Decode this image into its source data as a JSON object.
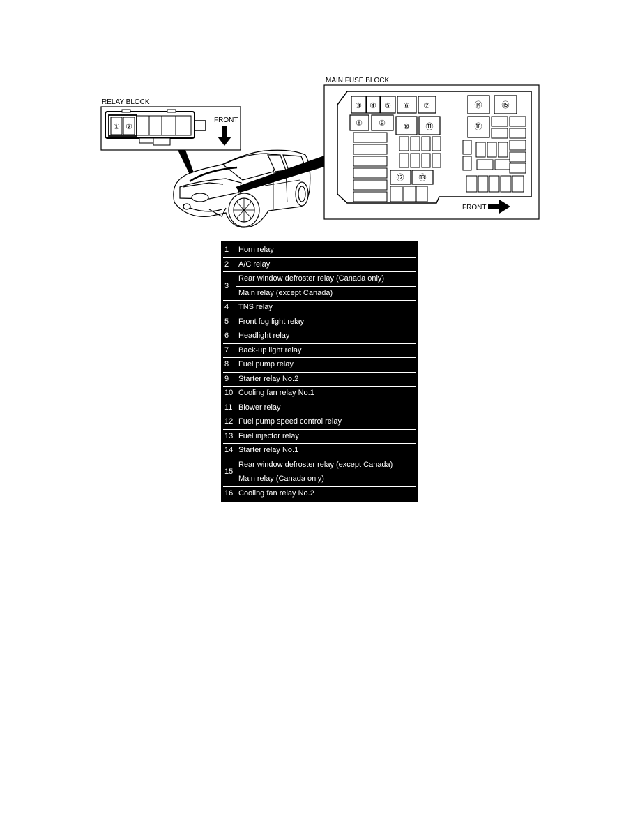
{
  "relay_block": {
    "title": "RELAY BLOCK",
    "front_label": "FRONT",
    "positions": [
      "①",
      "②"
    ]
  },
  "main_fuse_block": {
    "title": "MAIN FUSE BLOCK",
    "front_label": "FRONT",
    "positions": {
      "p3": "③",
      "p4": "④",
      "p5": "⑤",
      "p6": "⑥",
      "p7": "⑦",
      "p8": "⑧",
      "p9": "⑨",
      "p10": "⑩",
      "p11": "⑪",
      "p12": "⑫",
      "p13": "⑬",
      "p14": "⑭",
      "p15": "⑮",
      "p16": "⑯"
    }
  },
  "relay_table": [
    {
      "no": "1",
      "names": [
        "Horn relay"
      ]
    },
    {
      "no": "2",
      "names": [
        "A/C relay"
      ]
    },
    {
      "no": "3",
      "names": [
        "Rear window defroster relay (Canada only)",
        "Main relay (except Canada)"
      ]
    },
    {
      "no": "4",
      "names": [
        "TNS relay"
      ]
    },
    {
      "no": "5",
      "names": [
        "Front fog light relay"
      ]
    },
    {
      "no": "6",
      "names": [
        "Headlight relay"
      ]
    },
    {
      "no": "7",
      "names": [
        "Back-up light relay"
      ]
    },
    {
      "no": "8",
      "names": [
        "Fuel pump relay"
      ]
    },
    {
      "no": "9",
      "names": [
        "Starter relay No.2"
      ]
    },
    {
      "no": "10",
      "names": [
        "Cooling fan relay No.1"
      ]
    },
    {
      "no": "11",
      "names": [
        "Blower relay"
      ]
    },
    {
      "no": "12",
      "names": [
        "Fuel pump speed control relay"
      ]
    },
    {
      "no": "13",
      "names": [
        "Fuel injector relay"
      ]
    },
    {
      "no": "14",
      "names": [
        "Starter relay No.1"
      ]
    },
    {
      "no": "15",
      "names": [
        "Rear window defroster relay (except Canada)",
        "Main relay (Canada only)"
      ]
    },
    {
      "no": "16",
      "names": [
        "Cooling fan relay No.2"
      ]
    }
  ]
}
